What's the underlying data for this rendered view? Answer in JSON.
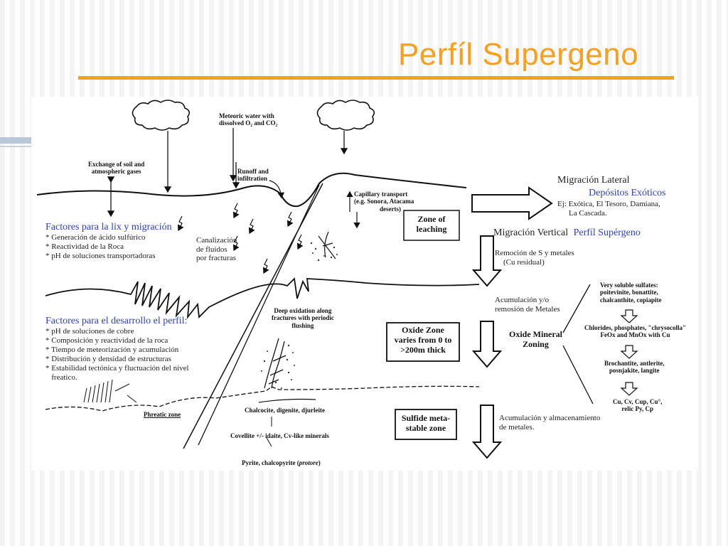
{
  "slide": {
    "title": "Perfíl Supergeno"
  },
  "diagram": {
    "labels": {
      "meteoric": [
        "Meteoric water with",
        "dissolved O₂ and CO₂"
      ],
      "exchange": [
        "Exchange of soil and",
        "atmospheric gases"
      ],
      "runoff": [
        "Runoff and",
        "infiltration"
      ],
      "capillary": [
        "Capillary transport",
        "(e.g. Sonora, Atacama",
        "deserts)"
      ],
      "leaching": [
        "Zone of",
        "leaching"
      ],
      "deep_oxidation": [
        "Deep oxidation along",
        "fractures with periodic",
        "flushing"
      ],
      "oxide_zone": [
        "Oxide Zone",
        "varies from 0 to",
        ">200m thick"
      ],
      "sulfide_zone": [
        "Sulfide meta-",
        "stable zone"
      ],
      "phreatic": "Phreatic zone",
      "chalcocite": "Chalcocite, digenite, djurleite",
      "covellite": "Covellite +/- idaite, Cv-like minerals",
      "pyrite_main": "Pyrite, chalcopyrite (",
      "pyrite_protore": "protore",
      "pyrite_close": ")",
      "oxide_mineral_zoning": [
        "Oxide Mineral",
        "Zoning"
      ],
      "zoning_steps": [
        [
          "Very soluble sulfates:",
          "poitevinite, bonattite,",
          "chalcanthite, copiapite"
        ],
        [
          "Chlorides, phosphates, \"chrysocolla\"",
          "FeOx and MnOx with Cu"
        ],
        [
          "Brochantite, antlerite,",
          "posnjakite, langite"
        ],
        [
          "Cu, Cv, Cup, Cu°,",
          "relic Py, Cp"
        ]
      ]
    },
    "spanish": {
      "lateral_title": "Migración Lateral",
      "lateral_deposits": "Depósitos Exóticos",
      "lateral_examples": [
        "Ej: Exótica, El Tesoro, Damiana,",
        "La Cascada."
      ],
      "vertical_title": "Migración Vertical",
      "vertical_profile": "Perfíl Supérgeno",
      "removal": [
        "Remoción de S y metales",
        "(Cu residual)"
      ],
      "accumulation": [
        "Acumulación y/o",
        "remosión de Metales"
      ],
      "storage": [
        "Acumulación y almacenamiento",
        "de metales."
      ],
      "canalization": [
        "Canalización",
        "de fluidos",
        "por fracturas"
      ]
    },
    "factors_leach": {
      "title": "Factores para la lix y migración",
      "items": [
        "* Generación de ácido sulfúrico",
        "* Reactividad de la Roca",
        "* pH de soluciones transportadoras"
      ]
    },
    "factors_profile": {
      "title": "Factores para el desarrollo el perfil:",
      "items": [
        "* pH de soluciones de cobre",
        "* Composición y reactividad de la roca",
        "* Tiempo de meteorización y acumulación",
        "* Distribución y densidad de estructuras",
        "* Estabilidad tectónica y fluctuación del nivel",
        "   freatico."
      ]
    }
  }
}
